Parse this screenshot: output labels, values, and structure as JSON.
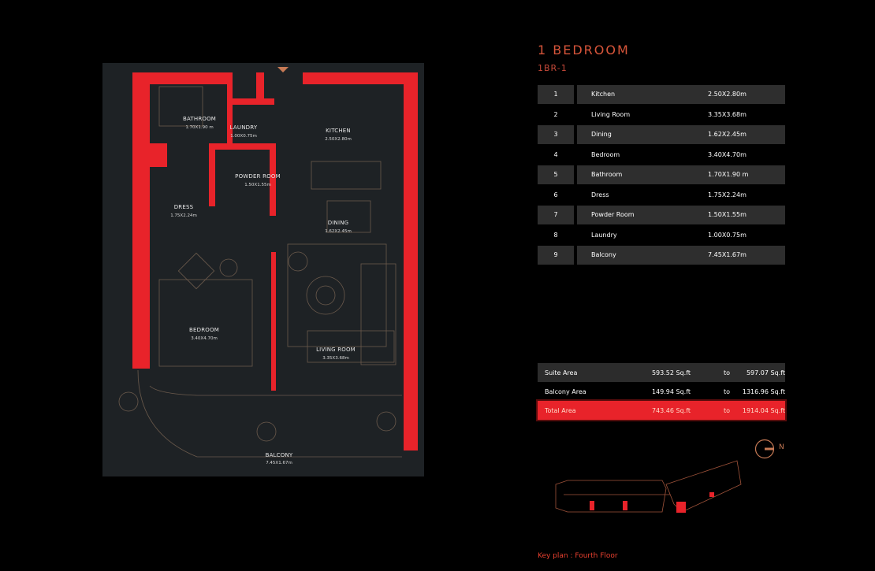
{
  "unit": {
    "title": "1 BEDROOM",
    "code": "1BR-1"
  },
  "rooms": [
    {
      "no": "1",
      "name": "Kitchen",
      "size": "2.50X2.80m"
    },
    {
      "no": "2",
      "name": "Living Room",
      "size": "3.35X3.68m"
    },
    {
      "no": "3",
      "name": "Dining",
      "size": "1.62X2.45m"
    },
    {
      "no": "4",
      "name": "Bedroom",
      "size": "3.40X4.70m"
    },
    {
      "no": "5",
      "name": "Bathroom",
      "size": "1.70X1.90 m"
    },
    {
      "no": "6",
      "name": "Dress",
      "size": "1.75X2.24m"
    },
    {
      "no": "7",
      "name": "Powder Room",
      "size": "1.50X1.55m"
    },
    {
      "no": "8",
      "name": "Laundry",
      "size": "1.00X0.75m"
    },
    {
      "no": "9",
      "name": "Balcony",
      "size": "7.45X1.67m"
    }
  ],
  "areas": [
    {
      "label": "Suite Area",
      "from": "593.52 Sq.ft",
      "to_label": "to",
      "to": "597.07 Sq.ft"
    },
    {
      "label": "Balcony Area",
      "from": "149.94 Sq.ft",
      "to_label": "to",
      "to": "1316.96 Sq.ft"
    },
    {
      "label": "Total Area",
      "from": "743.46 Sq.ft",
      "to_label": "to",
      "to": "1914.04 Sq.ft"
    }
  ],
  "plan_labels": {
    "bathroom": {
      "name": "BATHROOM",
      "dim": "1.70X1.90 m"
    },
    "laundry": {
      "name": "LAUNDRY",
      "dim": "1.00X0.75m"
    },
    "kitchen": {
      "name": "KITCHEN",
      "dim": "2.50X2.80m"
    },
    "powder": {
      "name": "POWDER ROOM",
      "dim": "1.50X1.55m"
    },
    "dress": {
      "name": "DRESS",
      "dim": "1.75X2.24m"
    },
    "dining": {
      "name": "DINING",
      "dim": "1.62X2.45m"
    },
    "bedroom": {
      "name": "BEDROOM",
      "dim": "3.40X4.70m"
    },
    "living": {
      "name": "LIVING ROOM",
      "dim": "3.35X3.68m"
    },
    "balcony": {
      "name": "BALCONY",
      "dim": "7.45X1.67m"
    }
  },
  "keyplan": {
    "label": "Key plan : Fourth Floor",
    "north": "N"
  },
  "colors": {
    "accent": "#e8232a",
    "title": "#d7553a",
    "plan_bg": "#1e2225",
    "row_shade": "#2e2e2e"
  }
}
